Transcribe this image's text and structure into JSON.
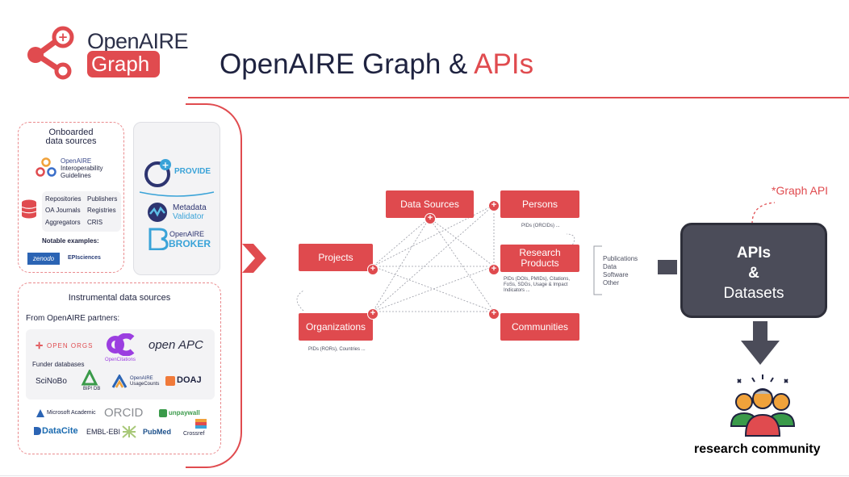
{
  "header": {
    "logo_open": "OpenAIRE",
    "logo_graph": "Graph",
    "title_main": "OpenAIRE Graph & ",
    "title_accent": "APIs",
    "accent_color": "#e04b4f"
  },
  "onboarded": {
    "title_1": "Onboarded",
    "title_2": "data sources",
    "guidelines_1": "OpenAIRE",
    "guidelines_2": "Interoperability",
    "guidelines_3": "Guidelines",
    "sources": [
      "Repositories",
      "Publishers",
      "OA Journals",
      "Registries",
      "Aggregators",
      "CRIS"
    ],
    "notable": "Notable examples:",
    "examples": [
      "zenodo",
      "EPIsciences"
    ]
  },
  "services": {
    "provide": "PROVIDE",
    "metadata_1": "Metadata",
    "metadata_2": "Validator",
    "broker_1": "OpenAIRE",
    "broker_2": "BROKER"
  },
  "instrumental": {
    "title": "Instrumental data sources",
    "partners": "From OpenAIRE partners:",
    "open_orgs": "OPEN ORGS",
    "opencitations": "OpenCitations",
    "openapc": "open APC",
    "funder": "Funder databases",
    "scinobo": "SciNoBo",
    "bipdb": "BIP! DB",
    "usage_1": "OpenAIRE",
    "usage_2": "UsageCounts",
    "doaj": "DOAJ",
    "ms_academic": "Microsoft Academic",
    "orcid": "ORCID",
    "unpaywall": "unpaywall",
    "datacite": "DataCite",
    "embl": "EMBL-EBI",
    "pubmed": "PubMed",
    "crossref": "Crossref"
  },
  "graph": {
    "data_sources": "Data Sources",
    "persons": "Persons",
    "persons_sub": "PIDs (ORCIDs) ...",
    "projects": "Projects",
    "research_products_1": "Research",
    "research_products_2": "Products",
    "rp_sub_1": "PIDs (DOIs, PMIDs), Citations,",
    "rp_sub_2": "FoSs, SDGs, Usage & Impact",
    "rp_sub_3": "Indicators ...",
    "organizations": "Organizations",
    "org_sub": "PIDs (RORs), Countries ...",
    "communities": "Communities",
    "product_types": [
      "Publications",
      "Data",
      "Software",
      "Other"
    ],
    "plus": "+"
  },
  "output": {
    "apis": "APIs",
    "amp": "&",
    "datasets": "Datasets",
    "graph_api": "*Graph API",
    "research_community": "research community",
    "box_color": "#4b4c59"
  }
}
